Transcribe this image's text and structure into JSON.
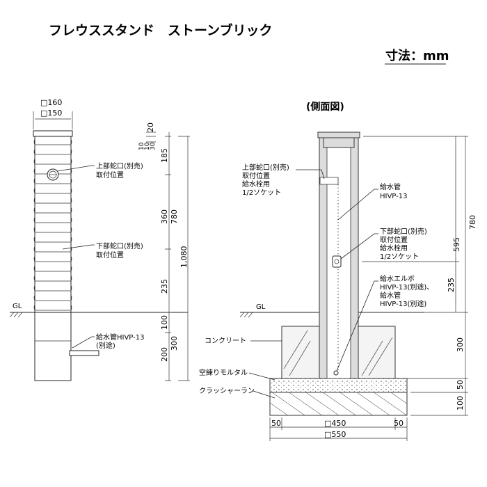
{
  "title": "フレウススタンド　ストーンブリック",
  "unit_label": "寸法：mm",
  "side_view_title": "(側面図)",
  "front_view": {
    "width_outer": "□160",
    "width_inner": "□150",
    "upper_tap_line1": "上部蛇口(別売)",
    "upper_tap_line2": "取付位置",
    "lower_tap_line1": "下部蛇口(別売)",
    "lower_tap_line2": "取付位置",
    "pipe_line1": "給水管HIVP-13",
    "pipe_line2": "(別途)",
    "gl": "GL",
    "dims": {
      "d20": "20",
      "d10a": "10",
      "d10b": "10",
      "d30": "30",
      "d185": "185",
      "d360": "360",
      "d780": "780",
      "d1080": "1,080",
      "d235": "235",
      "d100": "100",
      "d300": "300",
      "d200": "200"
    }
  },
  "side_view": {
    "upper_tap_line1": "上部蛇口(別売)",
    "upper_tap_line2": "取付位置",
    "upper_tap_line3": "給水栓用",
    "upper_tap_line4": "1/2ソケット",
    "pipe_line1": "給水管",
    "pipe_line2": "HIVP-13",
    "lower_tap_line1": "下部蛇口(別売)",
    "lower_tap_line2": "取付位置",
    "lower_tap_line3": "給水栓用",
    "lower_tap_line4": "1/2ソケット",
    "elbow_line1": "給水エルボ",
    "elbow_line2": "HIVP-13(別途)、",
    "elbow_line3": "給水管",
    "elbow_line4": "HIVP-13(別途)",
    "gl": "GL",
    "concrete": "コンクリート",
    "mortar": "空練りモルタル",
    "crusher_run": "クラッシャーラン",
    "dims": {
      "d780": "780",
      "d595": "595",
      "d235": "235",
      "d300": "300",
      "d50": "50",
      "d100": "100",
      "b50a": "50",
      "b450": "□450",
      "b50b": "50",
      "b550": "□550"
    }
  }
}
